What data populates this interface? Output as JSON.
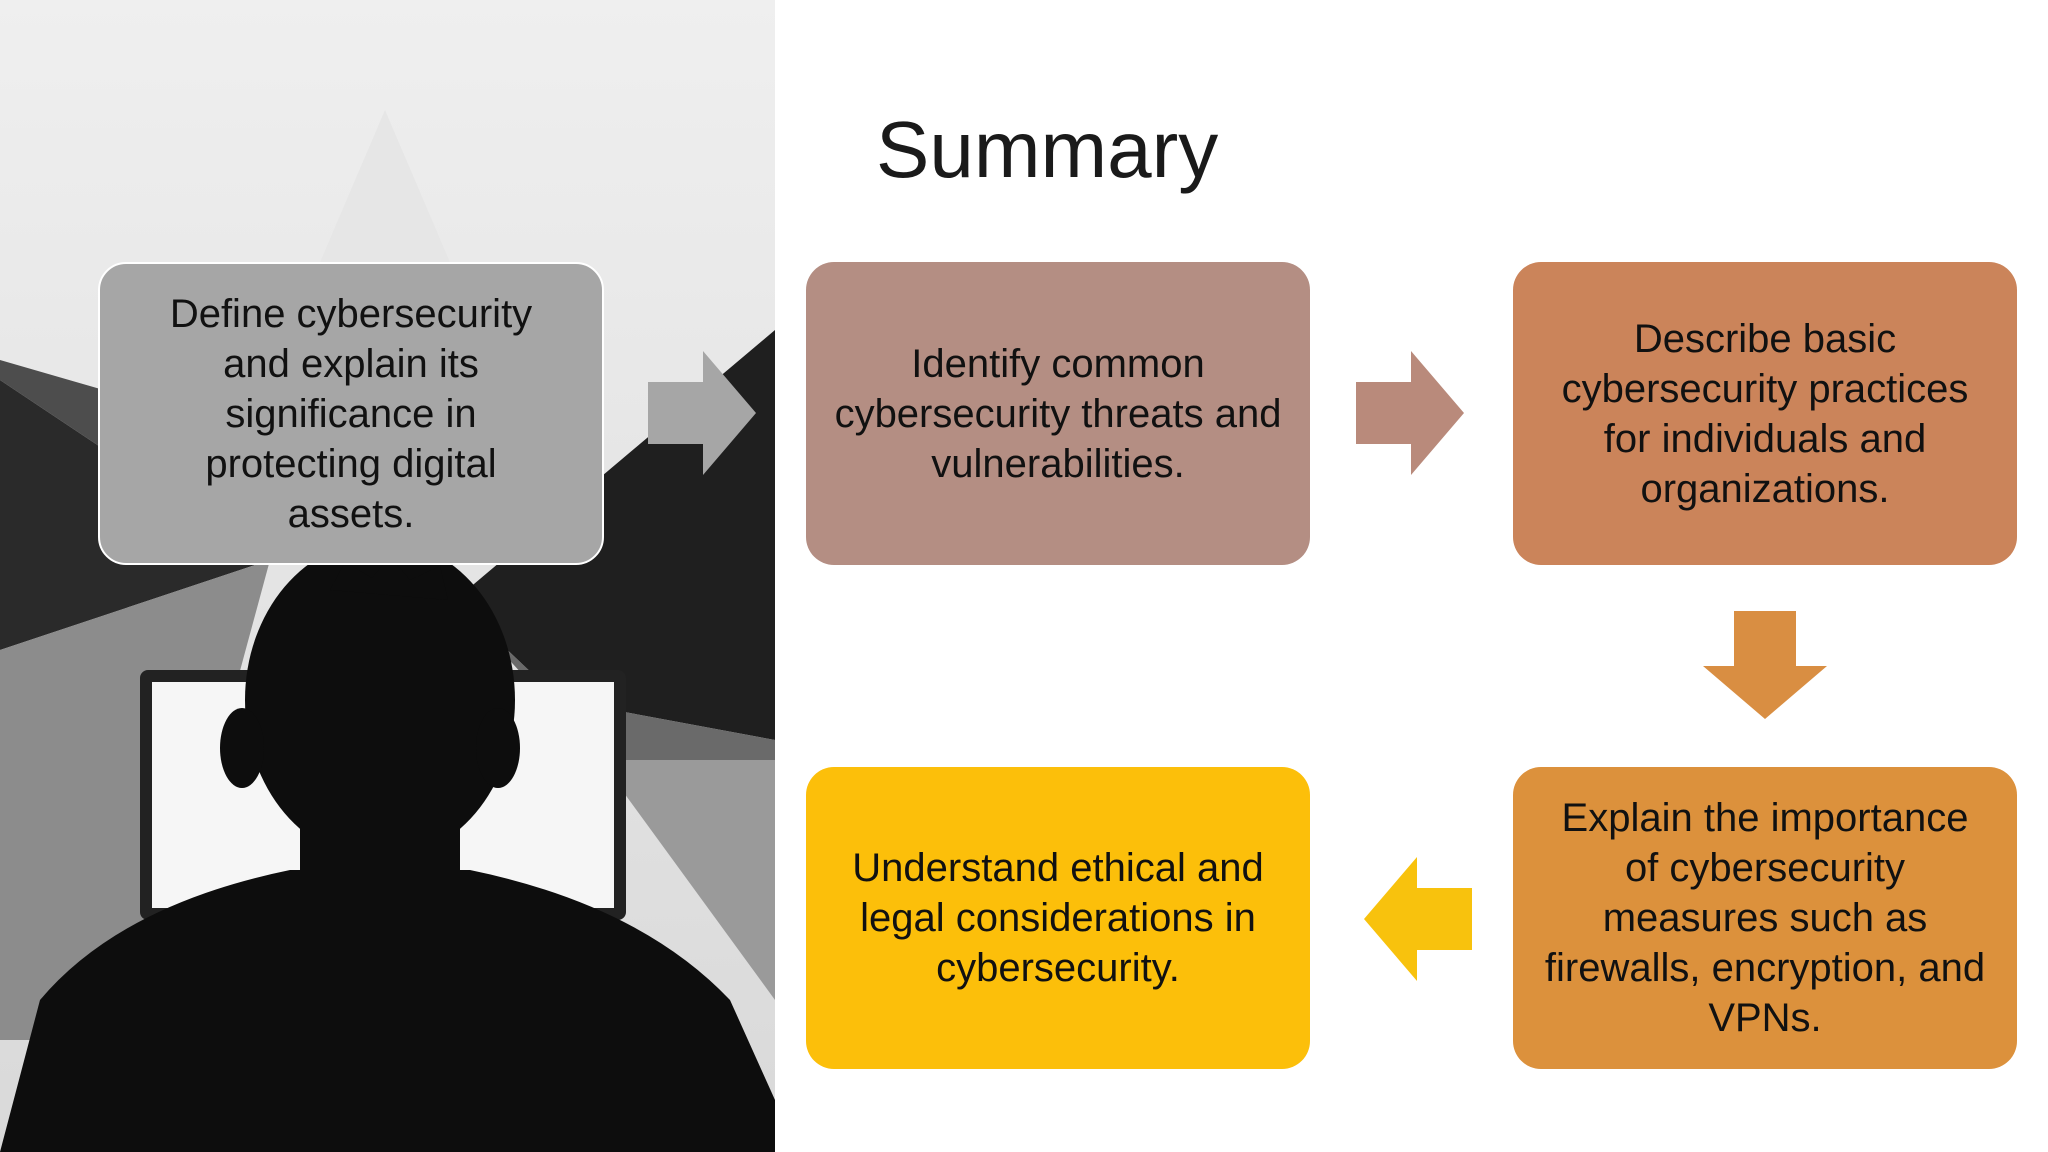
{
  "slide": {
    "title": "Summary"
  },
  "steps": [
    {
      "text": "Define cybersecurity and explain its significance in protecting digital assets.",
      "color": "#a6a6a6"
    },
    {
      "text": "Identify common cybersecurity threats and vulnerabilities.",
      "color": "#b48e83"
    },
    {
      "text": "Describe basic cybersecurity practices for individuals and organizations.",
      "color": "#cb845a"
    },
    {
      "text": "Explain the importance of cybersecurity measures such as firewalls, encryption, and VPNs.",
      "color": "#dc913c"
    },
    {
      "text": "Understand ethical and legal considerations in cybersecurity.",
      "color": "#fcbf0a"
    }
  ],
  "arrows": [
    {
      "icon": "arrow-right-icon",
      "color": "#a6a6a6"
    },
    {
      "icon": "arrow-right-icon",
      "color": "#b98a7b"
    },
    {
      "icon": "arrow-down-icon",
      "color": "#d98e42"
    },
    {
      "icon": "arrow-left-icon",
      "color": "#f8c20d"
    }
  ],
  "image": {
    "subject": "silhouette of person facing laptop screen",
    "palette": "grayscale"
  }
}
